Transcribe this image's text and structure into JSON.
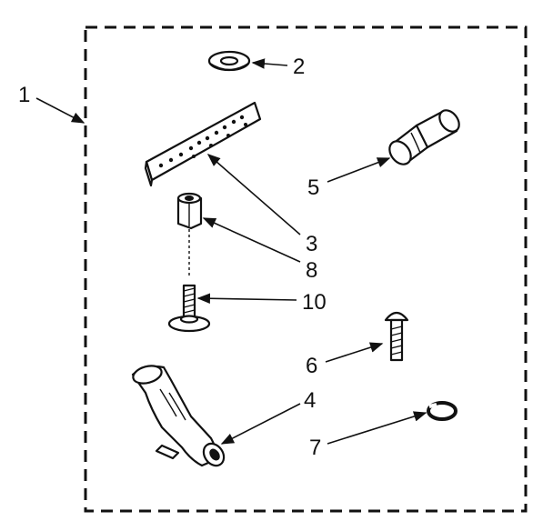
{
  "diagram": {
    "callouts": [
      {
        "label": "1",
        "part": "kit-boundary"
      },
      {
        "label": "2",
        "part": "washer"
      },
      {
        "label": "3",
        "part": "perforated-bracket"
      },
      {
        "label": "5",
        "part": "hose-coupling"
      },
      {
        "label": "8",
        "part": "hex-spacer"
      },
      {
        "label": "10",
        "part": "leveling-screw"
      },
      {
        "label": "6",
        "part": "carriage-bolt"
      },
      {
        "label": "4",
        "part": "drain-hose-guide"
      },
      {
        "label": "7",
        "part": "clip-ring"
      }
    ],
    "colors": {
      "ink": "#111111",
      "paper": "#ffffff"
    }
  }
}
